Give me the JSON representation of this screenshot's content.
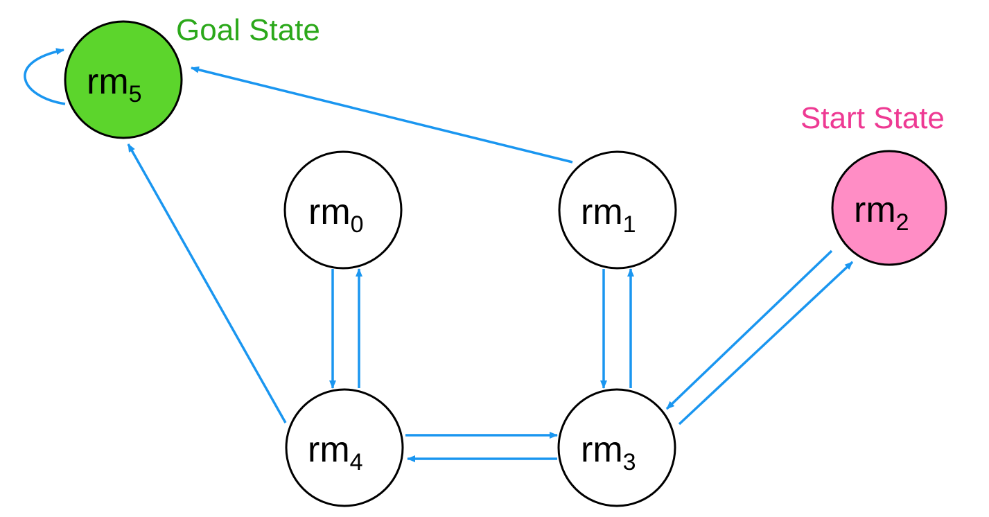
{
  "diagram": {
    "edge_color": "#1a96f0",
    "nodes": [
      {
        "id": "rm0",
        "base": "rm",
        "sub": "0",
        "fill": "#ffffff"
      },
      {
        "id": "rm1",
        "base": "rm",
        "sub": "1",
        "fill": "#ffffff"
      },
      {
        "id": "rm2",
        "base": "rm",
        "sub": "2",
        "fill": "#ff8dc5"
      },
      {
        "id": "rm3",
        "base": "rm",
        "sub": "3",
        "fill": "#ffffff"
      },
      {
        "id": "rm4",
        "base": "rm",
        "sub": "4",
        "fill": "#ffffff"
      },
      {
        "id": "rm5",
        "base": "rm",
        "sub": "5",
        "fill": "#5cd52c"
      }
    ],
    "edges": [
      {
        "from": "rm0",
        "to": "rm4"
      },
      {
        "from": "rm4",
        "to": "rm0"
      },
      {
        "from": "rm1",
        "to": "rm3"
      },
      {
        "from": "rm3",
        "to": "rm1"
      },
      {
        "from": "rm2",
        "to": "rm3"
      },
      {
        "from": "rm3",
        "to": "rm2"
      },
      {
        "from": "rm4",
        "to": "rm3"
      },
      {
        "from": "rm3",
        "to": "rm4"
      },
      {
        "from": "rm1",
        "to": "rm5"
      },
      {
        "from": "rm4",
        "to": "rm5"
      },
      {
        "from": "rm5",
        "to": "rm5"
      }
    ],
    "goal_label": {
      "text": "Goal State",
      "color": "#2ba81a"
    },
    "start_label": {
      "text": "Start State",
      "color": "#ee3a93"
    }
  }
}
